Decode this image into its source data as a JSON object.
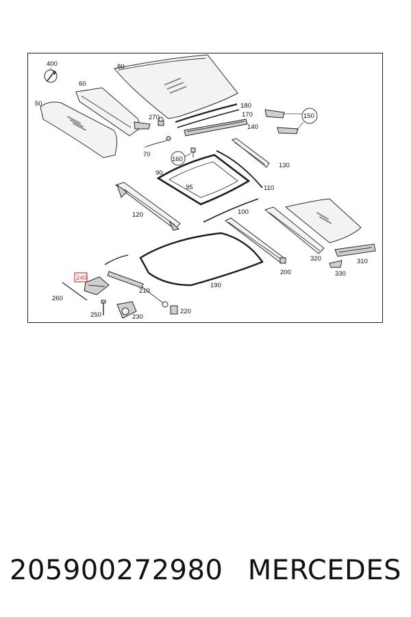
{
  "labels": {
    "p400": "400",
    "p80": "80",
    "p60": "60",
    "p50": "50",
    "p270": "270",
    "p180": "180",
    "p170": "170",
    "p140": "140",
    "p150": "150",
    "p70": "70",
    "p160": "160",
    "p130": "130",
    "p90": "90",
    "p95": "95",
    "p110": "110",
    "p120": "120",
    "p100": "100",
    "p320": "320",
    "p310": "310",
    "p200": "200",
    "p330": "330",
    "p190": "190",
    "p240": "240",
    "p210": "210",
    "p260": "260",
    "p250": "250",
    "p230": "230",
    "p220": "220"
  },
  "highlight_color": "#e0342f",
  "footer": {
    "part_number": "205900272980",
    "brand": "MERCEDES"
  }
}
